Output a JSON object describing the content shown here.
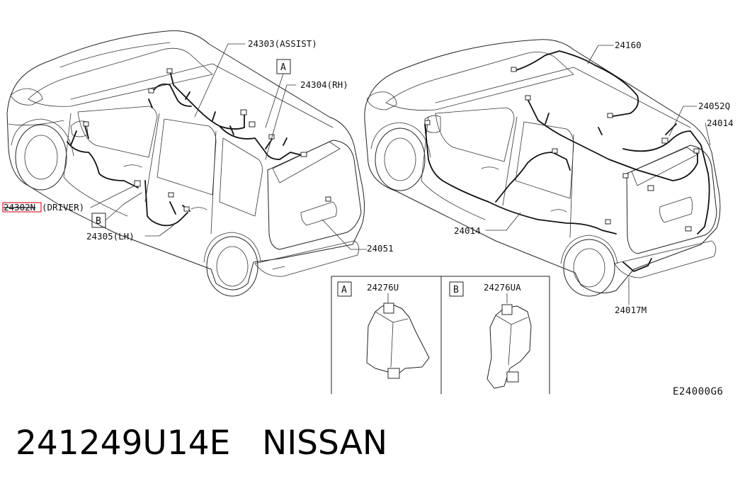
{
  "labels": {
    "assist": "24303(ASSIST)",
    "rh": "24304(RH)",
    "driver_code": "24302N",
    "driver_suffix": "(DRIVER)",
    "lh": "24305(LH)",
    "rear_hatch": "24051",
    "roof": "24160",
    "rear_right_q": "24052Q",
    "body_right": "24014",
    "body_left": "24014",
    "bumper": "24017M"
  },
  "callouts": {
    "a": "A",
    "b": "B"
  },
  "details": {
    "a": {
      "tag": "A",
      "part": "24276U"
    },
    "b": {
      "tag": "B",
      "part": "24276UA"
    }
  },
  "diagram_code": "E24000G6",
  "footer": {
    "part_number": "241249U14E",
    "brand": "NISSAN"
  },
  "colors": {
    "highlight": "#e0202a",
    "line": "#222222"
  }
}
